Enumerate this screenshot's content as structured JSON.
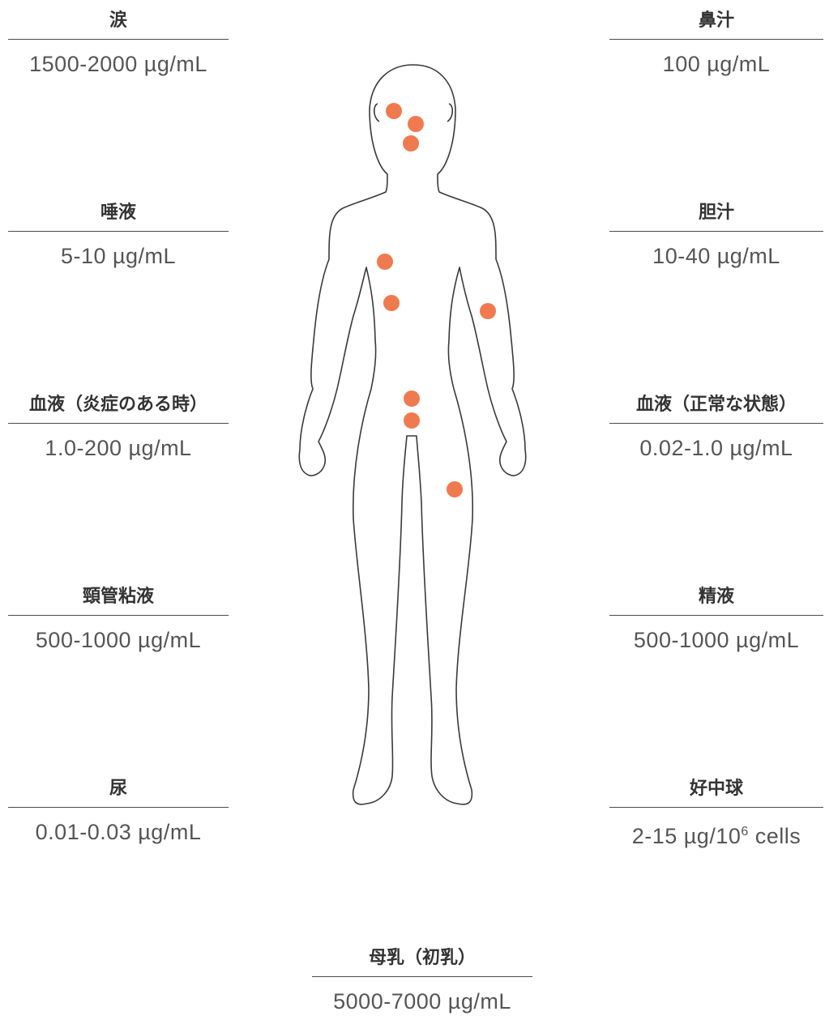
{
  "left_items": [
    {
      "label": "涙",
      "value": "1500-2000 µg/mL"
    },
    {
      "label": "唾液",
      "value": "5-10 µg/mL"
    },
    {
      "label": "血液（炎症のある時）",
      "value": "1.0-200 µg/mL"
    },
    {
      "label": "頸管粘液",
      "value": "500-1000 µg/mL"
    },
    {
      "label": "尿",
      "value": "0.01-0.03 µg/mL"
    }
  ],
  "right_items": [
    {
      "label": "鼻汁",
      "value": "100 µg/mL"
    },
    {
      "label": "胆汁",
      "value": "10-40 µg/mL"
    },
    {
      "label": "血液（正常な状態）",
      "value": "0.02-1.0 µg/mL"
    },
    {
      "label": "精液",
      "value": "500-1000 µg/mL"
    },
    {
      "label": "好中球",
      "value_prefix": "2-15 µg/10",
      "value_sup": "6",
      "value_suffix": " cells"
    }
  ],
  "bottom_item": {
    "label": "母乳（初乳）",
    "value": "5000-7000 µg/mL"
  },
  "colors": {
    "marker": "#f07a4f",
    "outline": "#3a3a3a",
    "rule": "#4a4a4a"
  }
}
